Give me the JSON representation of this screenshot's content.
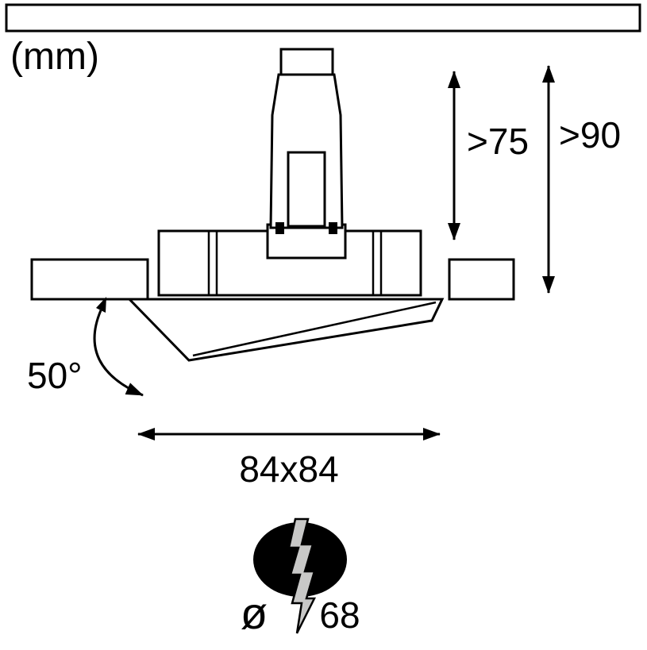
{
  "diagram": {
    "unit_label": "(mm)",
    "dimensions": {
      "min_recess_depth": ">75",
      "min_install_depth": ">90",
      "tilt_angle": "50°",
      "frame_size": "84x84",
      "cutout_symbol": "ø",
      "cutout_value": "68"
    },
    "colors": {
      "ceiling_gray": "#9d9d9c",
      "bolt_gray": "#c8c8c7",
      "line_black": "#000000",
      "hole_black": "#000000",
      "background": "#ffffff"
    },
    "symbols": {
      "cutout_hole": "black-ellipse",
      "lightning_bolt": "zigzag-strip"
    }
  }
}
